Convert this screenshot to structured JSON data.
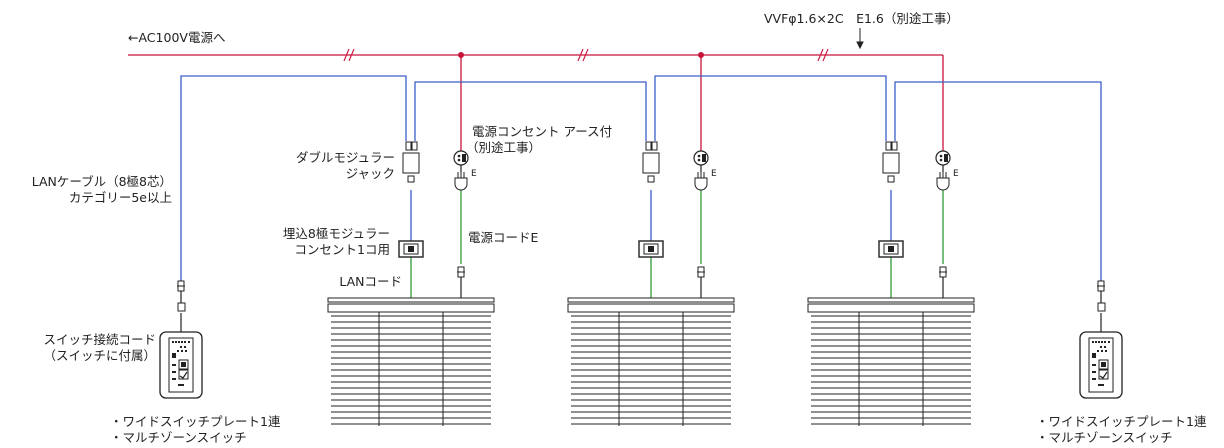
{
  "labels": {
    "power_source": "←AC100V電源へ",
    "vvf_cable": "VVFφ1.6×2C　E1.6（別途工事）",
    "lan_cable_1": "LANケーブル（8極8芯）",
    "lan_cable_2": "カテゴリー5e以上",
    "double_modular_1": "ダブルモジュラー",
    "double_modular_2": "ジャック",
    "outlet_1": "電源コンセント アース付",
    "outlet_2": "（別途工事）",
    "embedded_1": "埋込8極モジュラー",
    "embedded_2": "コンセント1コ用",
    "lan_cord": "LANコード",
    "power_cord": "電源コードE",
    "switch_cord_1": "スイッチ接続コード",
    "switch_cord_2": "（スイッチに付属）",
    "ground_mark": "E"
  },
  "switch_left": {
    "line1": "・ワイドスイッチプレート1連",
    "line2": "・マルチゾーンスイッチ"
  },
  "switch_right": {
    "line1": "・ワイドスイッチプレート1連",
    "line2": "・マルチゾーンスイッチ"
  },
  "colors": {
    "power_line": "#c8143c",
    "lan_line": "#3a5fc8",
    "cord_line": "#2e9a3a",
    "ink": "#222222"
  }
}
